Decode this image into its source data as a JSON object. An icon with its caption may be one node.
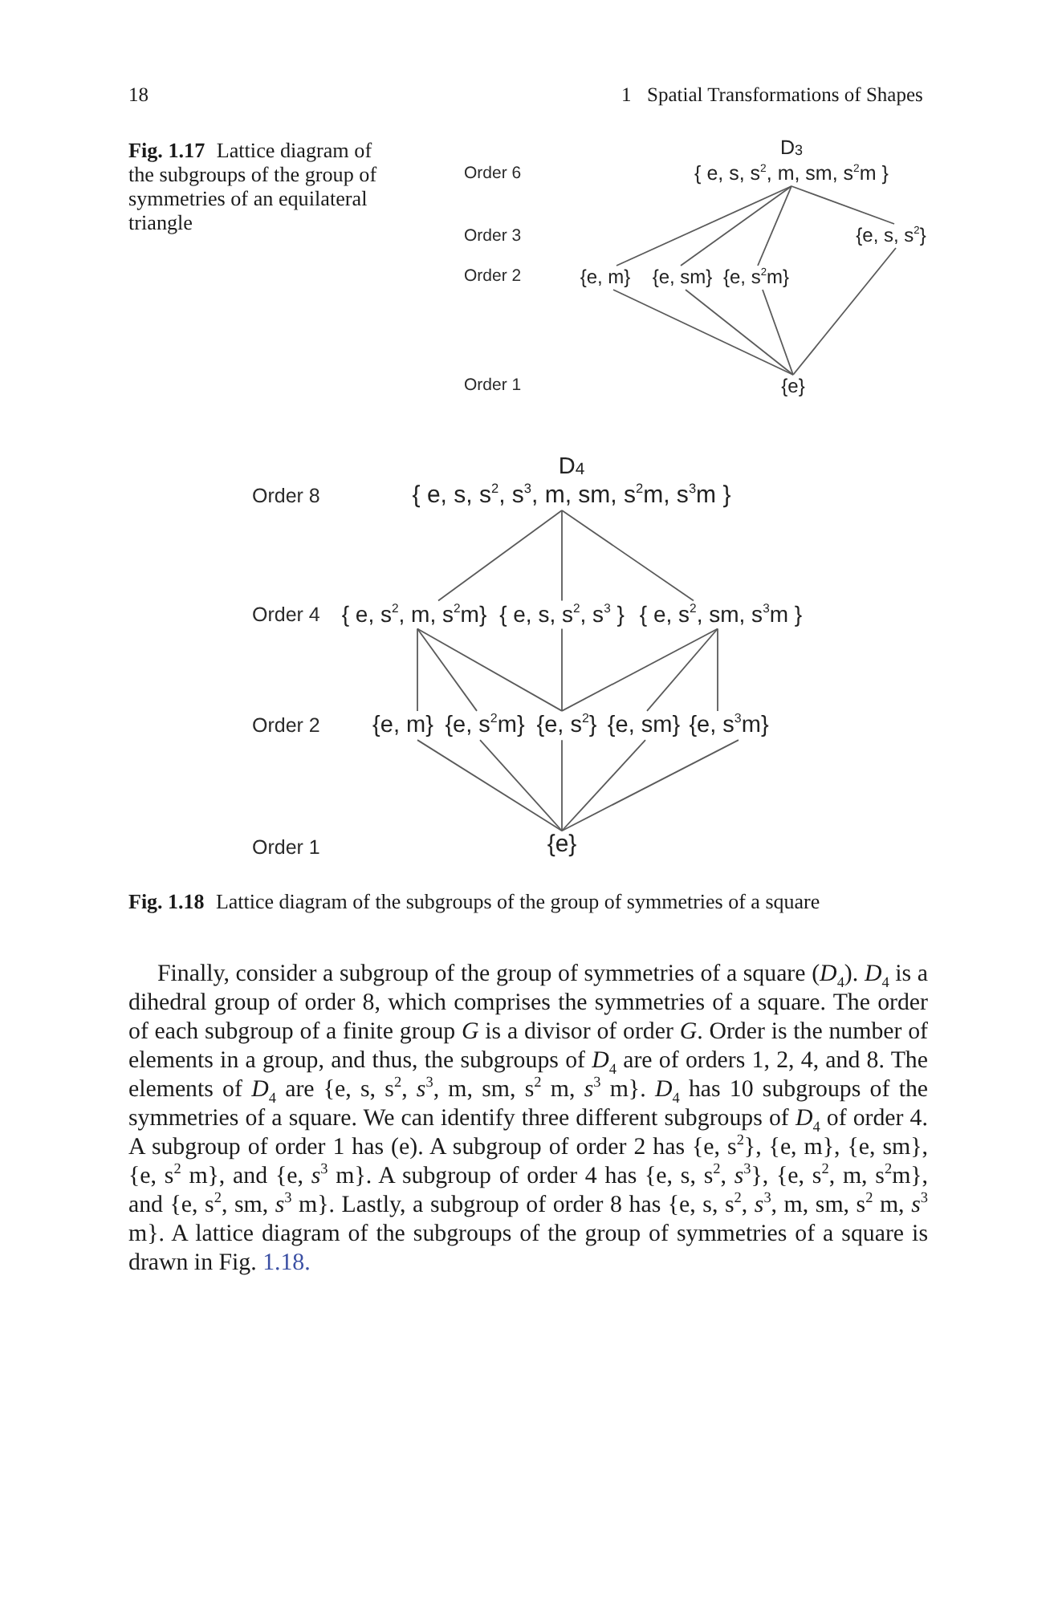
{
  "diagram": {
    "nodes": [
      {
        "text": [
          "D$_{3}$",
          "{ e, s, s$^{2}$, m, sm, s$^{2}$m }"
        ]
      },
      {
        "text": [
          "{e, s, s$^{2}$}"
        ]
      },
      {
        "text": [
          "{e, m}"
        ]
      },
      {
        "text": [
          "{e, sm}"
        ]
      },
      {
        "text": [
          "{e, s$^{2}$m}"
        ]
      },
      {
        "text": [
          "{e}"
        ]
      },
      {
        "text": [
          "D$_{4}$",
          "{ e, s, s$^{2}$, s$^{3}$, m, sm, s$^{2}$m, s$^{3}$m }"
        ]
      },
      {
        "text": [
          "{ e, s$^{2}$, m, s$^{2}$m}"
        ]
      },
      {
        "text": [
          "{ e, s, s$^{2}$, s$^{3}$ }"
        ]
      },
      {
        "text": [
          "{ e, s$^{2}$, sm, s$^{3}$m }"
        ]
      },
      {
        "text": [
          "{e, m}"
        ]
      },
      {
        "text": [
          "{e, s$^{2}$m}"
        ]
      },
      {
        "text": [
          "{e, s$^{2}$}"
        ]
      },
      {
        "text": [
          "{e, sm}"
        ]
      },
      {
        "text": [
          "{e, s$^{3}$m}"
        ]
      },
      {
        "text": [
          "{e}"
        ]
      }
    ],
    "edges": [
      {
        "from": 0,
        "to": 2,
        "arrow": "none"
      },
      {
        "from": 0,
        "to": 3,
        "arrow": "none"
      },
      {
        "from": 0,
        "to": 4,
        "arrow": "none"
      },
      {
        "from": 0,
        "to": 1,
        "arrow": "none"
      },
      {
        "from": 2,
        "to": 5,
        "arrow": "none"
      },
      {
        "from": 3,
        "to": 5,
        "arrow": "none"
      },
      {
        "from": 4,
        "to": 5,
        "arrow": "none"
      },
      {
        "from": 1,
        "to": 5,
        "arrow": "none"
      },
      {
        "from": 6,
        "to": 7,
        "arrow": "none"
      },
      {
        "from": 6,
        "to": 8,
        "arrow": "none"
      },
      {
        "from": 6,
        "to": 9,
        "arrow": "none"
      },
      {
        "from": 7,
        "to": 10,
        "arrow": "none"
      },
      {
        "from": 7,
        "to": 11,
        "arrow": "none"
      },
      {
        "from": 7,
        "to": 12,
        "arrow": "none"
      },
      {
        "from": 8,
        "to": 12,
        "arrow": "none"
      },
      {
        "from": 9,
        "to": 12,
        "arrow": "none"
      },
      {
        "from": 9,
        "to": 13,
        "arrow": "none"
      },
      {
        "from": 9,
        "to": 14,
        "arrow": "none"
      },
      {
        "from": 10,
        "to": 15,
        "arrow": "none"
      },
      {
        "from": 11,
        "to": 15,
        "arrow": "none"
      },
      {
        "from": 12,
        "to": 15,
        "arrow": "none"
      },
      {
        "from": 13,
        "to": 15,
        "arrow": "none"
      },
      {
        "from": 14,
        "to": 15,
        "arrow": "none"
      }
    ],
    "labels": [
      "18",
      "1",
      "Spatial Transformations of Shapes",
      "**Fig. 1.17** Lattice diagram of the subgroups of the group of symmetries of an equilateral triangle",
      "Order 6",
      "Order 3",
      "Order 2",
      "Order 1",
      "Order 8",
      "Order 4",
      "Order 2",
      "Order 1",
      "**Fig. 1.18** Lattice diagram of the subgroups of the group of symmetries of a square",
      "Finally, consider a subgroup of the group of symmetries of a square (*D*$_{4}$). *D*$_{4}$ is a dihedral group of order 8, which comprises the symmetries of a square. The order of each subgroup of a finite group *G* is a divisor of order *G*. Order is the number of elements in a group, and thus, the subgroups of *D*$_{4}$ are of orders 1, 2, 4, and 8. The elements of *D*$_{4}$ are {e, s, s$^{2}$, *s*$^{3}$, m, sm, s$^{2}$ m, *s*$^{3}$ m}. *D*$_{4}$ has 10 subgroups of the symmetries of a square. We can identify three different subgroups of *D*$_{4}$ of order 4. A subgroup of order 1 has (e). A subgroup of order 2 has {e, s$^{2}$}, {e, m}, {e, sm}, {e, s$^{2}$ m}, and {e, *s*$^{3}$ m}. A subgroup of order 4 has {e, s, s$^{2}$, *s*$^{3}$}, {e, s$^{2}$, m, s$^{2}$m}, and {e, s$^{2}$, sm, *s*$^{3}$ m}. Lastly, a subgroup of order 8 has {e, s, s$^{2}$, *s*$^{3}$, m, sm, s$^{2}$ m, *s*$^{3}$ m}. A lattice diagram of the subgroups of the group of symmetries of a square is drawn in Fig.",
      "1.18."
    ]
  }
}
